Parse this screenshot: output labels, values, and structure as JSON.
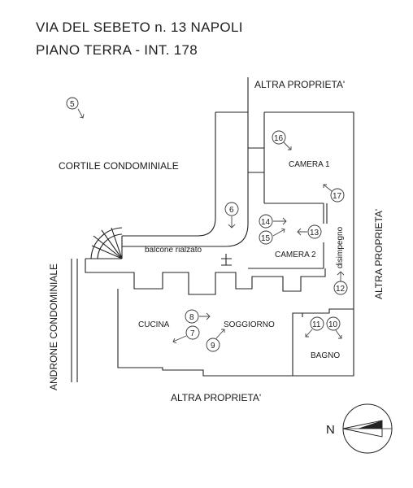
{
  "header": {
    "line1": "VIA DEL SEBETO n. 13 NAPOLI",
    "line2": "PIANO TERRA - INT. 178"
  },
  "labels": {
    "altra_top": "ALTRA PROPRIETA'",
    "altra_right": "ALTRA PROPRIETA'",
    "altra_bottom": "ALTRA PROPRIETA'",
    "cortile": "CORTILE CONDOMINIALE",
    "androne": "ANDRONE CONDOMINIALE",
    "camera1": "CAMERA 1",
    "camera2": "CAMERA 2",
    "disimpegno": "disimpegno",
    "balcone": "balcone rialzato",
    "cucina": "CUCINA",
    "soggiorno": "SOGGIORNO",
    "bagno": "BAGNO",
    "north": "N"
  },
  "markers": [
    "5",
    "6",
    "7",
    "8",
    "9",
    "10",
    "11",
    "12",
    "13",
    "14",
    "15",
    "16",
    "17"
  ],
  "colors": {
    "line": "#222222",
    "text": "#1a1a1a"
  }
}
